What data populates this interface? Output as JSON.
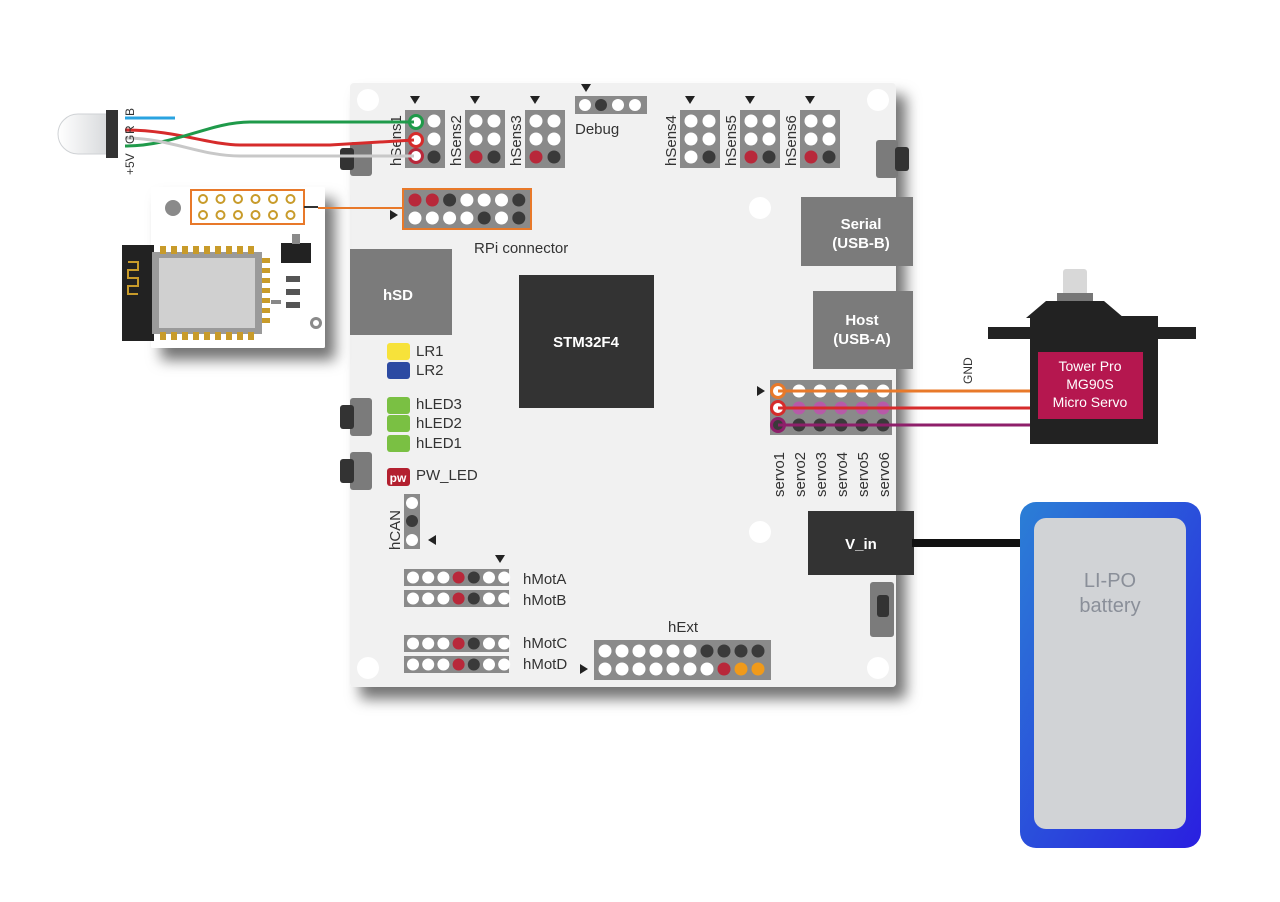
{
  "wiring": {
    "led_pins": {
      "b": "B",
      "r": "R",
      "g": "G",
      "plus5v": "+5V"
    }
  },
  "board": {
    "sensors": [
      "hSens1",
      "hSens2",
      "hSens3",
      "hSens4",
      "hSens5",
      "hSens6"
    ],
    "debug": "Debug",
    "rpi": "RPi connector",
    "serial": [
      "Serial",
      "(USB-B)"
    ],
    "host": [
      "Host",
      "(USB-A)"
    ],
    "hsd": "hSD",
    "mcu": "STM32F4",
    "leds": {
      "lr1": "LR1",
      "lr2": "LR2",
      "hled3": "hLED3",
      "hled2": "hLED2",
      "hled1": "hLED1",
      "pw_badge": "pw",
      "pw_led": "PW_LED"
    },
    "hcan": "hCAN",
    "motors": [
      "hMotA",
      "hMotB",
      "hMotC",
      "hMotD"
    ],
    "hext": "hExt",
    "servos": [
      "servo1",
      "servo2",
      "servo3",
      "servo4",
      "servo5",
      "servo6"
    ],
    "vin": "V_in"
  },
  "servo_motor": {
    "gnd": "GND",
    "lines": [
      "Tower Pro",
      "MG90S",
      "Micro Servo"
    ]
  },
  "battery": {
    "lines": [
      "LI-PO",
      "battery"
    ]
  },
  "colors": {
    "board": "#f1f1f1",
    "connector": "#8a8a8a",
    "block": "#7b7b7b",
    "dark": "#333333",
    "pin_red": "#b8283a",
    "pin_dark": "#3a3a3a",
    "pin_orange": "#f09a1a",
    "wire_orange": "#e8792a",
    "wire_red": "#d62b2b",
    "wire_purple": "#8e1f6a",
    "wire_green": "#1f9a4a",
    "wire_blue": "#2aa3e0",
    "wire_gray": "#c8c8c8",
    "servo_label": "#b5174f",
    "battery_outer": "#2a3ad8",
    "battery_inner": "#d1d3d6",
    "led_yellow": "#f7e23a",
    "led_blue": "#2c4aa2",
    "led_green": "#7ac043",
    "pw_red": "#b3202f"
  }
}
